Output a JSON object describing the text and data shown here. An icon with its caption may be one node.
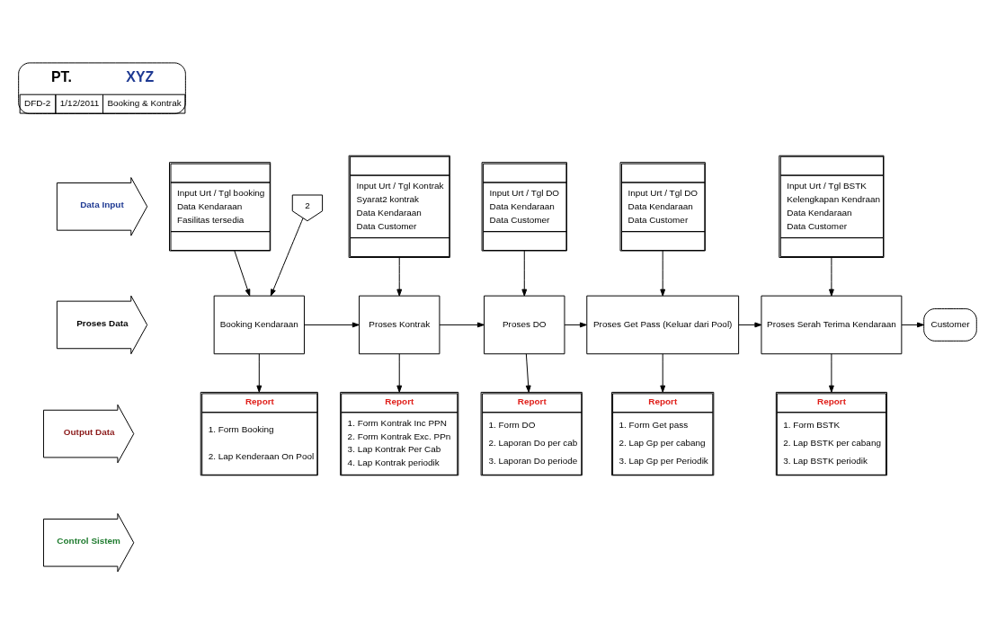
{
  "diagram": {
    "nodes": [
      {
        "text": [
          "Data Input"
        ]
      },
      {
        "text": [
          "Proses Data"
        ]
      },
      {
        "text": [
          "Output Data"
        ]
      },
      {
        "text": [
          "Control Sistem"
        ]
      },
      {
        "text": [
          "Input Urt / Tgl booking",
          "Data Kendaraan",
          "Fasilitas tersedia"
        ]
      },
      {
        "text": [
          "Input Urt / Tgl Kontrak",
          "Syarat2 kontrak",
          "Data Kendaraan",
          "Data Customer"
        ]
      },
      {
        "text": [
          "Input Urt / Tgl DO",
          "Data Kendaraan",
          "Data Customer"
        ]
      },
      {
        "text": [
          "Input Urt / Tgl DO",
          "Data Kendaraan",
          "Data Customer"
        ]
      },
      {
        "text": [
          "Input Urt / Tgl BSTK",
          "Kelengkapan Kendraan",
          "Data Kendaraan",
          "Data Customer"
        ]
      },
      {
        "text": [
          "2"
        ]
      },
      {
        "text": [
          "Booking Kendaraan"
        ]
      },
      {
        "text": [
          "Proses Kontrak"
        ]
      },
      {
        "text": [
          "Proses DO"
        ]
      },
      {
        "text": [
          "Proses Get Pass (Keluar dari Pool)"
        ]
      },
      {
        "text": [
          "Proses Serah Terima Kendaraan"
        ]
      },
      {
        "text": [
          "Customer"
        ]
      },
      {
        "text": [
          "Report",
          "1. Form Booking",
          "2. Lap Kenderaan On Pool"
        ]
      },
      {
        "text": [
          "Report",
          "1. Form Kontrak Inc PPN",
          "2. Form Kontrak Exc. PPn",
          "3. Lap Kontrak Per Cab",
          "4. Lap Kontrak periodik"
        ]
      },
      {
        "text": [
          "Report",
          "1. Form DO",
          "2. Laporan Do per cab",
          "3. Laporan Do periode"
        ]
      },
      {
        "text": [
          "Report",
          "1. Form Get pass",
          "2. Lap Gp per cabang",
          "3. Lap Gp per Periodik"
        ]
      },
      {
        "text": [
          "Report",
          "1. Form BSTK",
          "2. Lap BSTK per cabang",
          "3. Lap BSTK periodik"
        ]
      }
    ],
    "edges": [
      {
        "from": 4,
        "to": 10,
        "arrow": "to"
      },
      {
        "from": 5,
        "to": 11,
        "arrow": "to"
      },
      {
        "from": 6,
        "to": 12,
        "arrow": "to"
      },
      {
        "from": 7,
        "to": 13,
        "arrow": "to"
      },
      {
        "from": 8,
        "to": 14,
        "arrow": "to"
      },
      {
        "from": 9,
        "to": 10,
        "arrow": "to"
      },
      {
        "from": 10,
        "to": 11,
        "arrow": "to"
      },
      {
        "from": 11,
        "to": 12,
        "arrow": "to"
      },
      {
        "from": 12,
        "to": 13,
        "arrow": "to"
      },
      {
        "from": 13,
        "to": 14,
        "arrow": "to"
      },
      {
        "from": 14,
        "to": 15,
        "arrow": "to"
      },
      {
        "from": 10,
        "to": 16,
        "arrow": "to"
      },
      {
        "from": 11,
        "to": 17,
        "arrow": "to"
      },
      {
        "from": 12,
        "to": 18,
        "arrow": "to"
      },
      {
        "from": 13,
        "to": 19,
        "arrow": "to"
      },
      {
        "from": 14,
        "to": 20,
        "arrow": "to"
      }
    ],
    "labels": [
      "PT.",
      "XYZ",
      "DFD-2",
      "1/12/2011",
      "Booking & Kontrak"
    ]
  }
}
